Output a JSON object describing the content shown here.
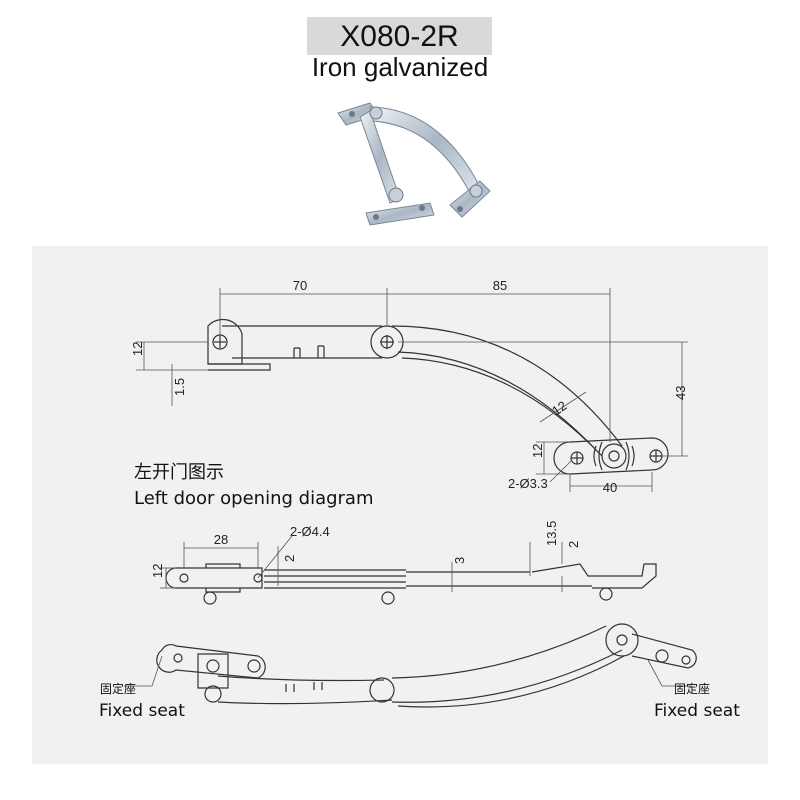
{
  "header": {
    "model": "X080-2R",
    "material": "Iron galvanized"
  },
  "diagram": {
    "title_cn": "左开门图示",
    "title_en": "Left door opening diagram",
    "dims": {
      "d70": "70",
      "d85": "85",
      "d12_a": "12",
      "d1_5": "1.5",
      "d43": "43",
      "d12_b": "12",
      "d12_c": "12",
      "hole_33": "2-Ø3.3",
      "d40": "40",
      "d28": "28",
      "hole_44": "2-Ø4.4",
      "d12_d": "12",
      "d2_a": "2",
      "d3": "3",
      "d13_5": "13.5",
      "d2_b": "2"
    },
    "callouts": {
      "left_cn": "固定座",
      "left_en": "Fixed seat",
      "right_cn": "固定座",
      "right_en": "Fixed seat"
    }
  },
  "colors": {
    "badge_bg": "#d9d9d9",
    "panel_bg": "#f1f1f1",
    "line": "#333333",
    "dim_line": "#555555"
  }
}
